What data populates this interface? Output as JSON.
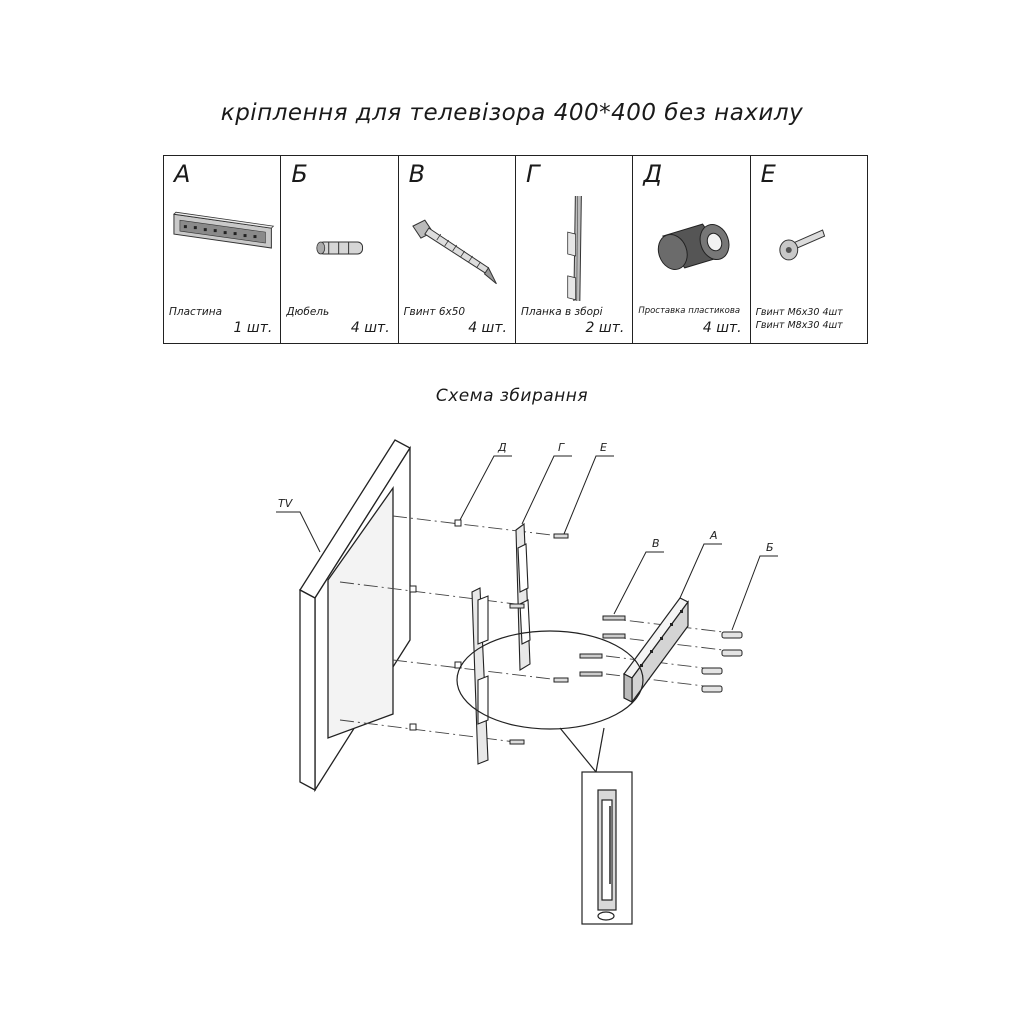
{
  "title": "кріплення для телевізора 400*400 без нахилу",
  "parts": [
    {
      "letter": "А",
      "name": "Пластина",
      "qty": "1 шт."
    },
    {
      "letter": "Б",
      "name": "Дюбель",
      "qty": "4 шт."
    },
    {
      "letter": "В",
      "name": "Гвинт 6х50",
      "qty": "4 шт."
    },
    {
      "letter": "Г",
      "name": "Планка в зборі",
      "qty": "2 шт."
    },
    {
      "letter": "Д",
      "name": "Проставка пластикова",
      "qty": "4 шт."
    },
    {
      "letter": "Е",
      "screw_1": "Гвинт М6х30  4шт",
      "screw_2": "Гвинт М8х30 4шт"
    }
  ],
  "scheme": {
    "title": "Схема збирання",
    "labels": {
      "tv": "TV",
      "d": "Д",
      "g": "Г",
      "e": "Е",
      "v": "В",
      "a": "А",
      "b": "Б"
    }
  }
}
